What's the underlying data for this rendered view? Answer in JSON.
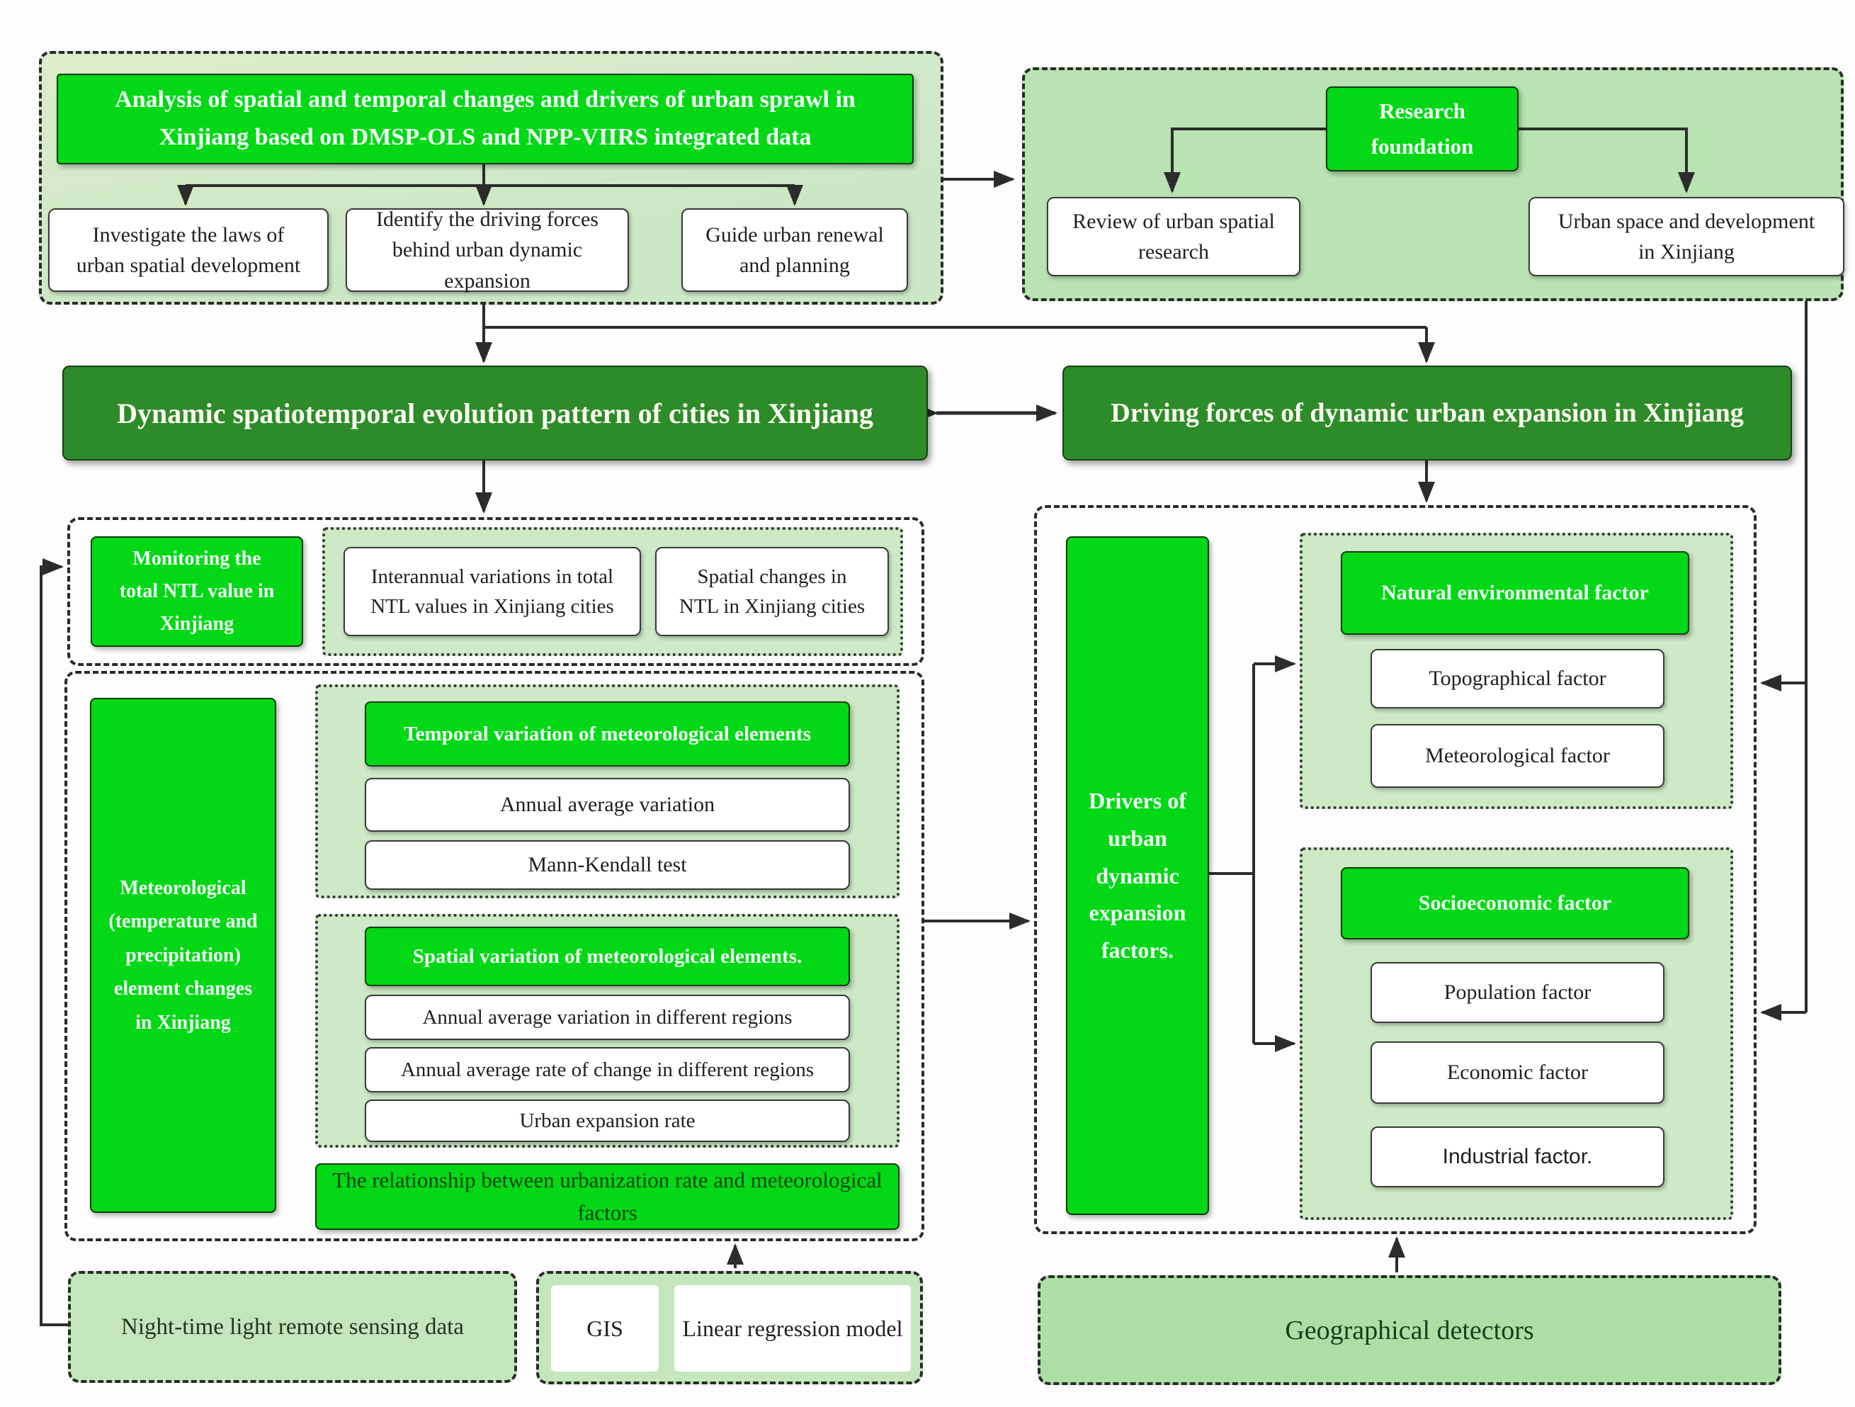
{
  "colors": {
    "bright_green": "#02d816",
    "dark_green_bar": "#2e8b2a",
    "pale_green_top_left": "#cfe8c5",
    "pale_green_top_right": "#b9e3b2",
    "dotted_panel_green": "#cde9c6",
    "bottom_box_green": "#c3e6bc",
    "geo_box_green": "#abdfa4",
    "line_color": "#2c2c2c"
  },
  "top_left": {
    "title": "Analysis of spatial and temporal changes and drivers of urban sprawl in Xinjiang based on DMSP-OLS and NPP-VIIRS integrated data",
    "goals": [
      "Investigate the laws of urban spatial development",
      "Identify the driving forces behind urban dynamic expansion",
      "Guide urban renewal and planning"
    ]
  },
  "research": {
    "header": "Research foundation",
    "items": [
      "Review of urban spatial research",
      "Urban space and development in Xinjiang"
    ]
  },
  "bars": {
    "left": "Dynamic spatiotemporal evolution pattern of cities in Xinjiang",
    "right": "Driving forces of dynamic urban expansion in Xinjiang"
  },
  "ntl": {
    "header": "Monitoring the total NTL value in Xinjiang",
    "items": [
      "Interannual variations in total NTL values in Xinjiang cities",
      "Spatial changes in NTL in Xinjiang cities"
    ]
  },
  "meteo": {
    "side": "Meteorological (temperature and precipitation) element changes in Xinjiang",
    "temporal": {
      "header": "Temporal variation of meteorological elements",
      "items": [
        "Annual average variation",
        "Mann-Kendall test"
      ]
    },
    "spatial": {
      "header": "Spatial variation of meteorological elements.",
      "items": [
        "Annual average variation in different regions",
        "Annual average rate of change in different regions",
        "Urban expansion rate"
      ]
    },
    "relationship": "The relationship between urbanization rate and meteorological factors"
  },
  "drivers": {
    "side": "Drivers of urban dynamic expansion factors.",
    "natural": {
      "header": "Natural environmental factor",
      "items": [
        "Topographical factor",
        "Meteorological factor"
      ]
    },
    "socio": {
      "header": "Socioeconomic factor",
      "items": [
        "Population factor",
        "Economic factor",
        "Industrial factor."
      ]
    }
  },
  "bottom": {
    "night": "Night-time light remote sensing data",
    "gis": "GIS",
    "regression": "Linear regression model",
    "geo": "Geographical detectors"
  }
}
